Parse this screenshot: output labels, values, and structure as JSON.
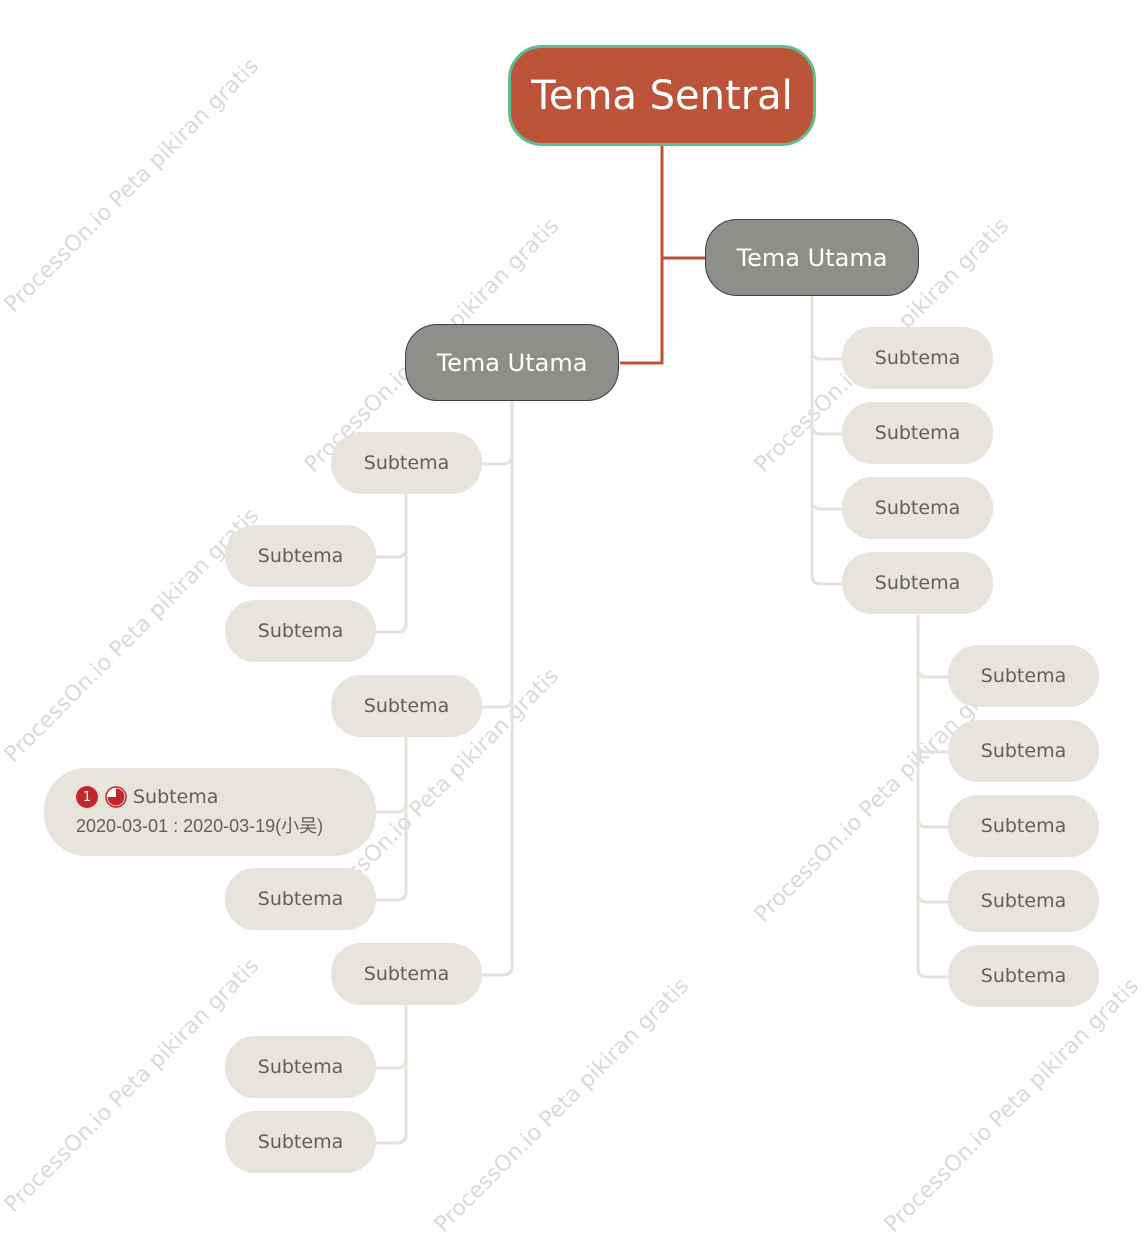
{
  "watermark": "ProcessOn.io Peta pikiran gratis",
  "central": {
    "label": "Tema Sentral"
  },
  "main_right": {
    "label": "Tema Utama",
    "subtopics": [
      "Subtema",
      "Subtema",
      "Subtema",
      "Subtema"
    ],
    "nested": [
      "Subtema",
      "Subtema",
      "Subtema",
      "Subtema",
      "Subtema"
    ]
  },
  "main_left": {
    "label": "Tema Utama",
    "group1": {
      "label": "Subtema",
      "children": [
        "Subtema",
        "Subtema"
      ]
    },
    "group2": {
      "label": "Subtema",
      "rich_child": {
        "badge_number": "1",
        "label": "Subtema",
        "dates": "2020-03-01 : 2020-03-19(小吴)",
        "progress": 0.75,
        "icon": "progress-pie-icon"
      },
      "child": "Subtema"
    },
    "group3": {
      "label": "Subtema",
      "children": [
        "Subtema",
        "Subtema"
      ]
    }
  },
  "colors": {
    "central_fill": "#bc5439",
    "central_border": "#5fbe8a",
    "main_fill": "#8e8e8a",
    "sub_fill": "#e8e4dc",
    "connector_main": "#bc5439",
    "connector_sub": "#e6e2da",
    "badge": "#c0272d"
  }
}
